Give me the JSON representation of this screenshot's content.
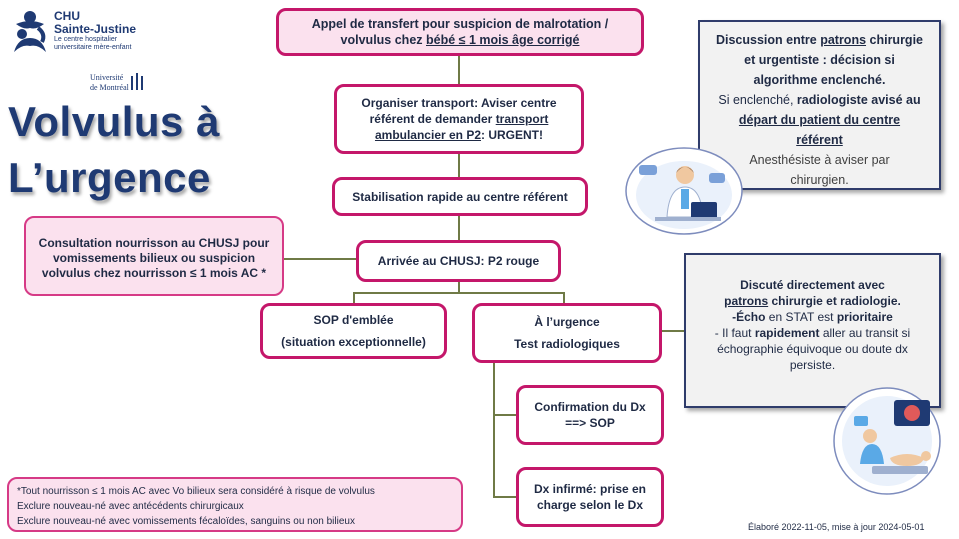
{
  "logo": {
    "chu": "CHU",
    "name": "Sainte-Justine",
    "sub1": "Le centre hospitalier",
    "sub2": "universitaire mère-enfant",
    "udem1": "Université",
    "udem2": "de Montréal"
  },
  "title": {
    "line1": "Volvulus à",
    "line2": "L’urgence"
  },
  "flow": {
    "call": {
      "t1": "Appel de transfert pour suspicion de malrotation /",
      "t2": "volvulus chez ",
      "t3": "bébé ≤ 1 mois âge corrigé"
    },
    "transport": {
      "t1": "Organiser transport: Aviser centre",
      "t2": "référent de demander ",
      "t3": "transport",
      "t4": "ambulancier en P2",
      "t5": ": URGENT!"
    },
    "stabilisation": "Stabilisation rapide au centre référent",
    "arrival": "Arrivée au CHUSJ: P2 rouge",
    "sop": {
      "t1": "SOP d'emblée",
      "t2": "(situation exceptionnelle)"
    },
    "er": {
      "t1": "À l’urgence",
      "t2": "Test radiologiques"
    },
    "confirm": {
      "t1": "Confirmation du Dx",
      "t2": "==> SOP"
    },
    "infirm": {
      "t1": "Dx infirmé: prise en",
      "t2": "charge selon le Dx"
    }
  },
  "consult": {
    "t1": "Consultation nourrisson au CHUSJ pour",
    "t2": "vomissements bilieux ou suspicion",
    "t3": "volvulus chez nourrisson ≤ 1 mois AC *"
  },
  "discussion": {
    "l1a": "Discussion entre ",
    "l1b": "patrons",
    "l1c": " chirurgie",
    "l2": "et urgentiste : décision si",
    "l3": "algorithme enclenché.",
    "l4a": "Si enclenché, ",
    "l4b": "radiologiste avisé au",
    "l5": "départ du patient du centre",
    "l6": "référent",
    "l7": "Anesthésiste à aviser par",
    "l8": "chirurgien."
  },
  "discute": {
    "l1": "Discuté directement avec",
    "l2a": "patrons",
    "l2b": " chirurgie et radiologie.",
    "l3a": "-Écho",
    "l3b": " en STAT est ",
    "l3c": "prioritaire",
    "l4a": "- Il faut ",
    "l4b": "rapidement",
    "l4c": " aller au transit si",
    "l5": "échographie équivoque ou doute dx",
    "l6": "persiste."
  },
  "footnote": {
    "l1": "*Tout nourrisson ≤ 1 mois AC avec Vo bilieux sera considéré à risque de volvulus",
    "l2": "Exclure nouveau-né avec antécédents chirurgicaux",
    "l3": "Exclure nouveau-né avec vomissements fécaloïdes, sanguins ou non bilieux"
  },
  "credit": "Élaboré 2022-11-05, mise à jour 2024-05-01",
  "colors": {
    "accent": "#c4176a",
    "navy": "#1f3a73",
    "connector": "#6f7a46",
    "pinkfill": "#fbe1ee"
  }
}
